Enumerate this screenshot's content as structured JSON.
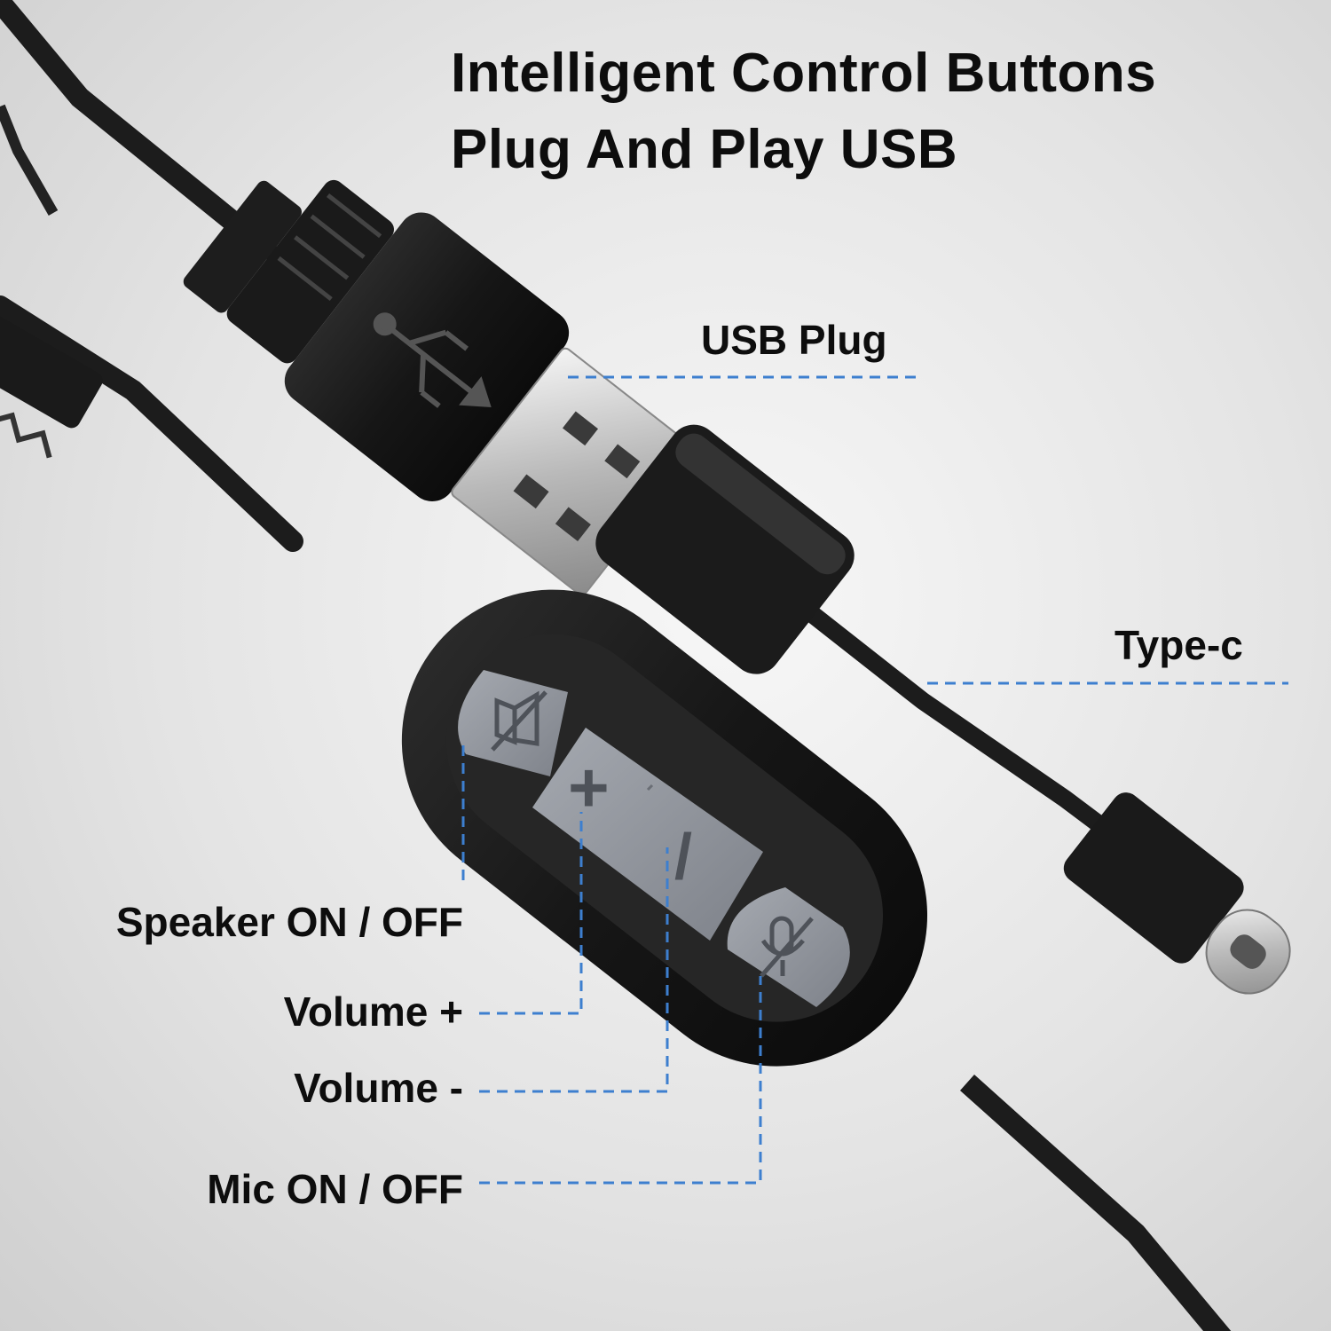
{
  "headline": {
    "line1": "Intelligent Control Buttons",
    "line2": "Plug And Play USB"
  },
  "callouts": {
    "usb_plug": "USB Plug",
    "type_c": "Type-c",
    "speaker": "Speaker ON / OFF",
    "volume_plus": "Volume +",
    "volume_minus": "Volume -",
    "mic": "Mic ON / OFF"
  },
  "button_glyphs": {
    "plus": "+",
    "minus": "/"
  },
  "colors": {
    "leader_line": "#3d7fcf",
    "cable": "#1c1c1c",
    "button": "#8e9299",
    "label_text": "#0d0d0d"
  },
  "icons": [
    "speaker-mute-icon",
    "volume-up-icon",
    "volume-down-icon",
    "mic-mute-icon",
    "usb-trident-icon"
  ]
}
